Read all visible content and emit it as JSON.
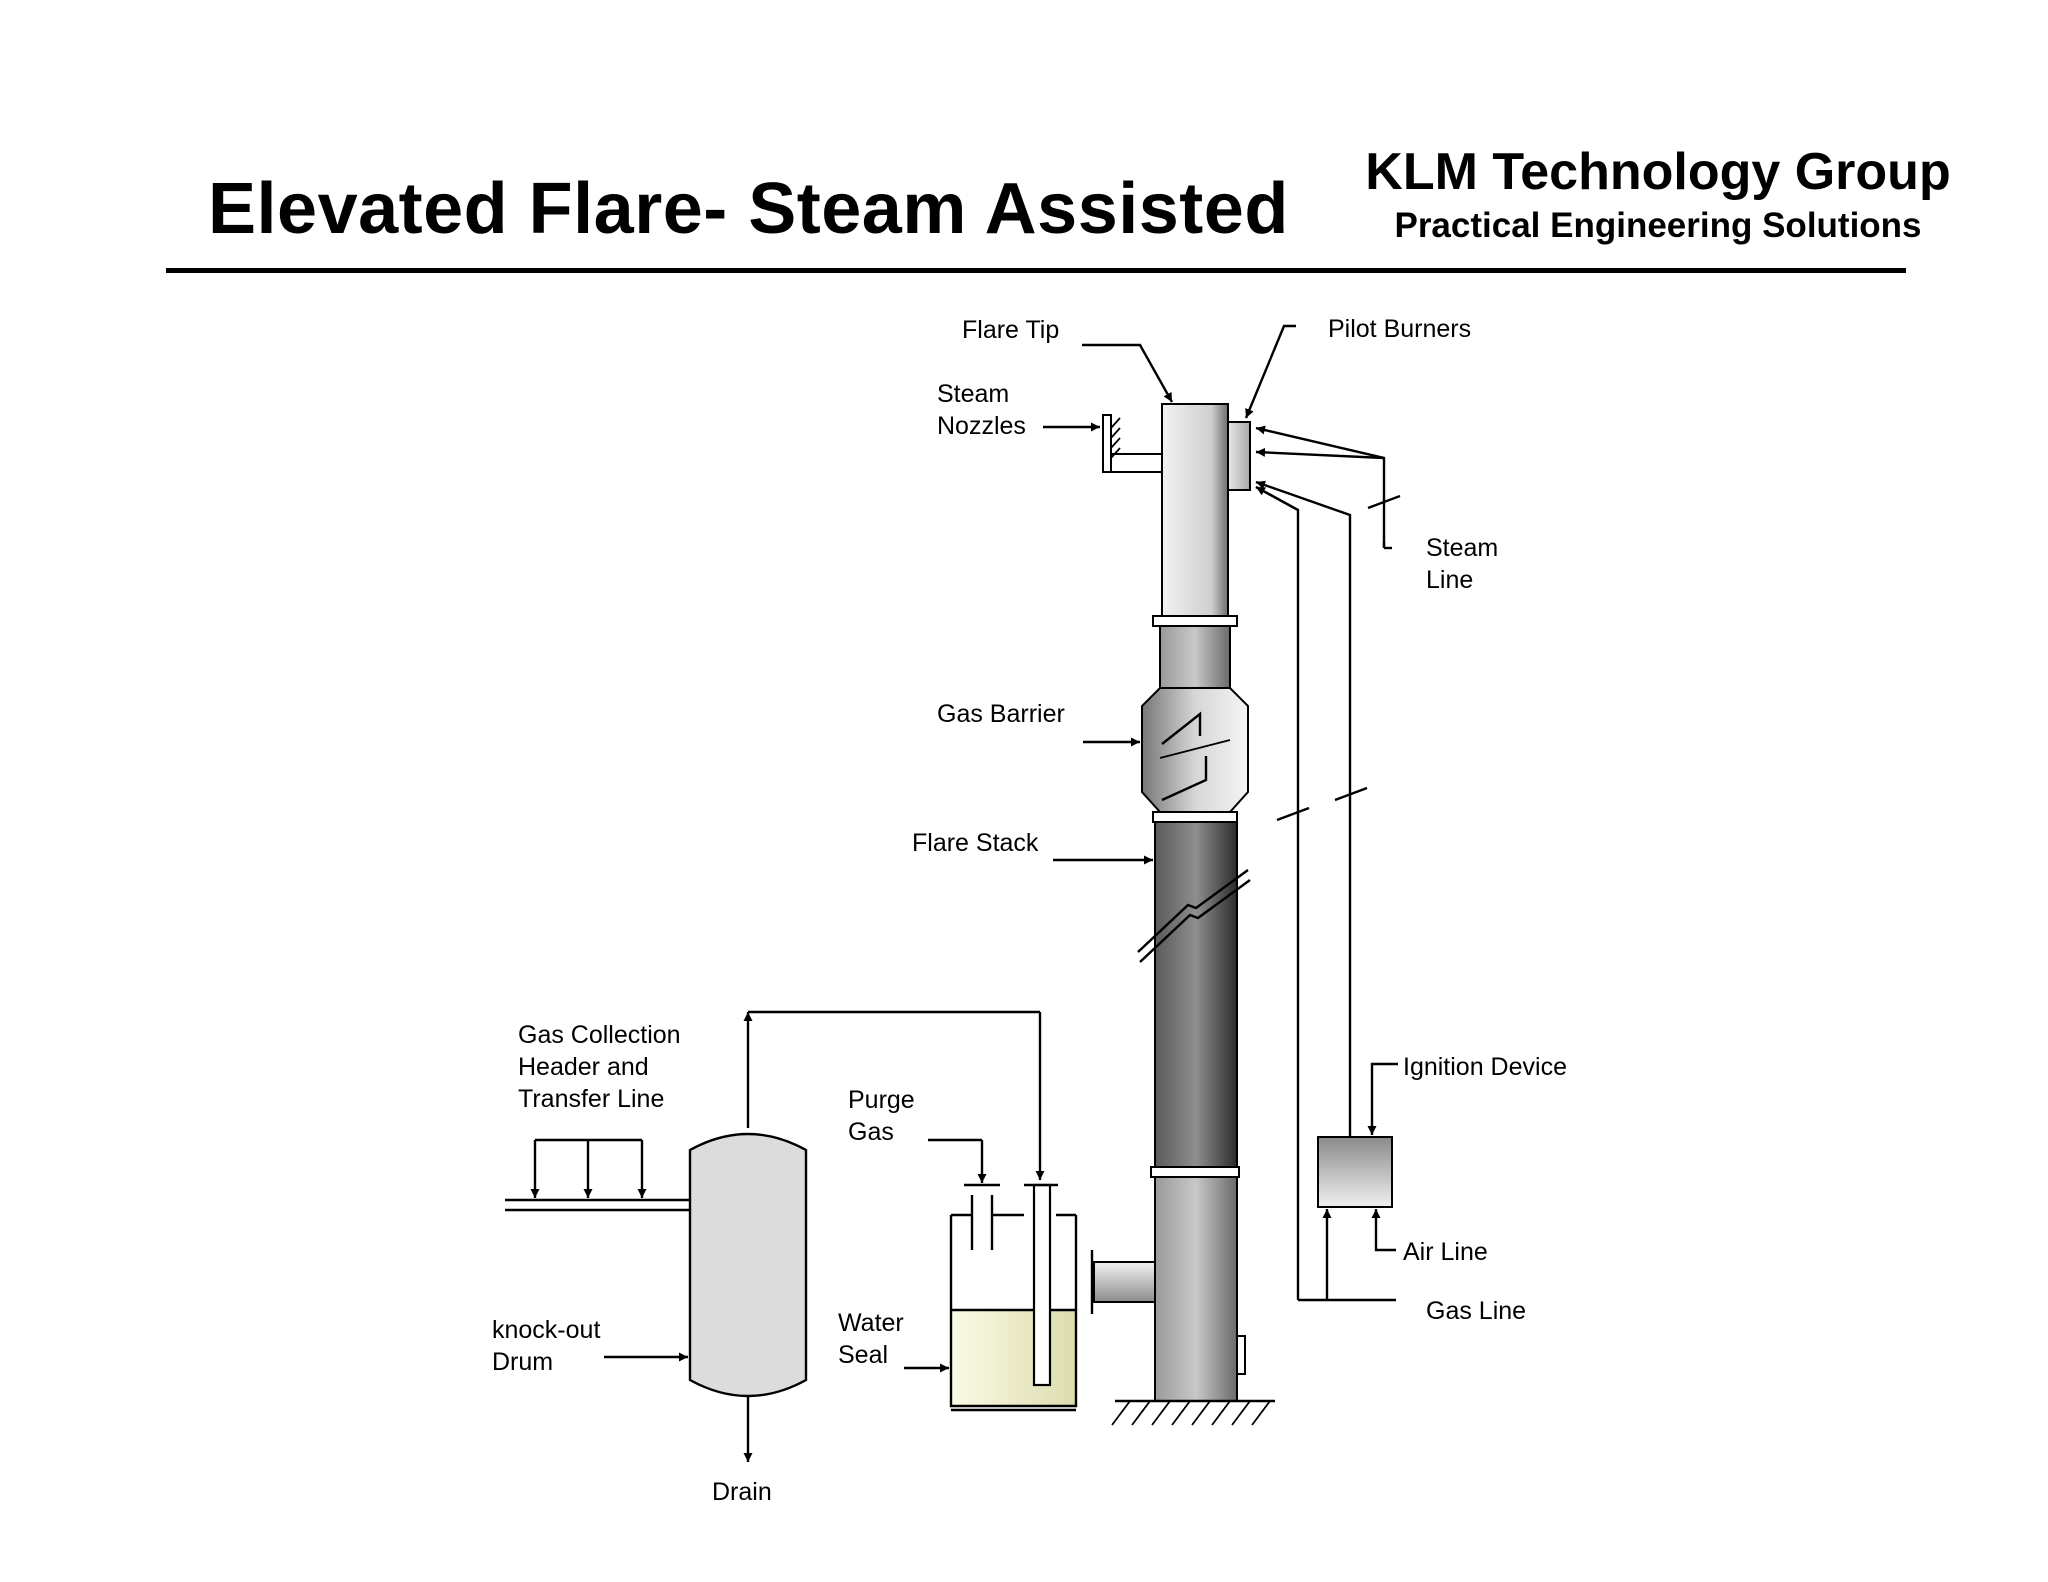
{
  "header": {
    "title": "Elevated Flare- Steam Assisted",
    "company": "KLM Technology Group",
    "tagline": "Practical Engineering Solutions"
  },
  "labels": {
    "flare_tip": "Flare Tip",
    "pilot_burners": "Pilot Burners",
    "steam_nozzles_1": "Steam",
    "steam_nozzles_2": "Nozzles",
    "steam_line_1": "Steam",
    "steam_line_2": "Line",
    "gas_barrier": "Gas Barrier",
    "flare_stack": "Flare Stack",
    "gas_collection_1": "Gas Collection",
    "gas_collection_2": "Header and",
    "gas_collection_3": "Transfer Line",
    "purge_gas_1": "Purge",
    "purge_gas_2": "Gas",
    "knockout_1": "knock-out",
    "knockout_2": "Drum",
    "water_seal_1": "Water",
    "water_seal_2": "Seal",
    "drain": "Drain",
    "ignition_device": "Ignition Device",
    "air_line": "Air Line",
    "gas_line": "Gas Line"
  }
}
